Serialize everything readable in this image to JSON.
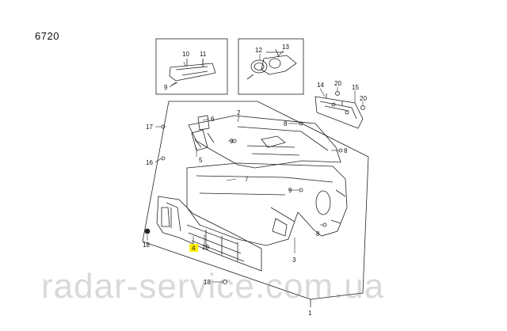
{
  "page_id": "6720",
  "watermark": "radar-service.com.ua",
  "highlight_color": "#ffee00",
  "callouts": {
    "c1": "1",
    "c2": "2",
    "c3": "3",
    "c4": "4",
    "c5": "5",
    "c6": "6",
    "c7": "7",
    "c8a": "8",
    "c8b": "8",
    "c8c": "8",
    "c9a": "9",
    "c9b": "9",
    "c9c": "9",
    "c10": "10",
    "c11": "11",
    "c12": "12",
    "c13": "13",
    "c14": "14",
    "c15": "15",
    "c16": "16",
    "c17": "17",
    "c18a": "18",
    "c18b": "18",
    "c19": "19",
    "c20a": "20",
    "c20b": "20"
  }
}
